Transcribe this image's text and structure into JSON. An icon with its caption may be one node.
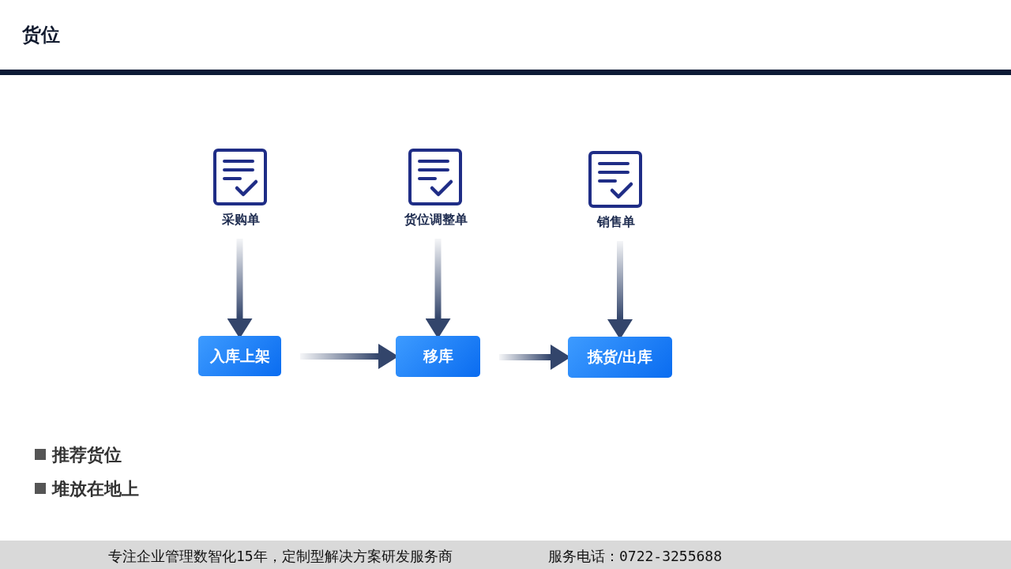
{
  "diagram": {
    "title": "货位",
    "nodes": [
      {
        "text": [
          "采购单"
        ]
      },
      {
        "text": [
          "货位调整单"
        ]
      },
      {
        "text": [
          "销售单"
        ]
      },
      {
        "text": [
          "入库上架"
        ]
      },
      {
        "text": [
          "移库"
        ]
      },
      {
        "text": [
          "拣货/出库"
        ]
      }
    ],
    "edges": [
      {
        "from": 0,
        "to": 3,
        "arrow": "to"
      },
      {
        "from": 1,
        "to": 4,
        "arrow": "to"
      },
      {
        "from": 2,
        "to": 5,
        "arrow": "to"
      },
      {
        "from": 3,
        "to": 4,
        "arrow": "to"
      },
      {
        "from": 4,
        "to": 5,
        "arrow": "to"
      }
    ],
    "labels": [
      "推荐货位",
      "堆放在地上",
      "专注企业管理数智化15年，定制型解决方案研发服务商",
      "服务电话：0722-3255688"
    ]
  }
}
